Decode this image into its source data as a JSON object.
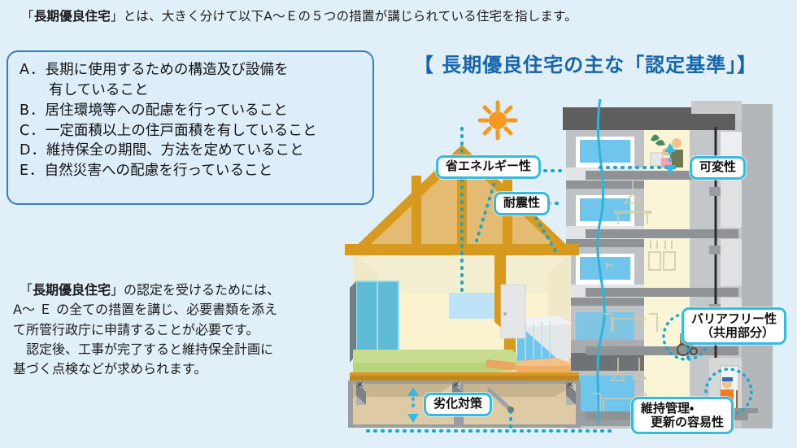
{
  "lead": {
    "prefix": "「",
    "bold": "長期優良住宅",
    "suffix": "」とは、大きく分けて以下A～Ｅの５つの措置が講じられている住宅を指します。"
  },
  "criteria_box": {
    "items": [
      {
        "letter": "A．",
        "line1": "長期に使用するための構造及び設備を",
        "line2": "有していること"
      },
      {
        "letter": "B．",
        "line1": "居住環境等への配慮を行っていること",
        "line2": ""
      },
      {
        "letter": "C．",
        "line1": "一定面積以上の住戸面積を有していること",
        "line2": ""
      },
      {
        "letter": "D．",
        "line1": "維持保全の期間、方法を定めていること",
        "line2": ""
      },
      {
        "letter": "E．",
        "line1": "自然災害への配慮を行っていること",
        "line2": ""
      }
    ]
  },
  "paragraph": {
    "p1_l1_pre": "　「",
    "p1_l1_bold": "長期優良住宅",
    "p1_l1_post": "」の認定を受けるためには、",
    "p1_l2": "A～ Ｅ の全ての措置を講じ、必要書類を添え",
    "p1_l3": "て所管行政庁に申請することが必要です。",
    "p2_l1": "　認定後、工事が完了すると維持保全計画に",
    "p2_l2": "基づく点検などが求められます。"
  },
  "headline": "【 長期優良住宅の主な「認定基準」】",
  "callouts": {
    "energy": "省エネルギー性",
    "quake": "耐震性",
    "flexibility": "可変性",
    "barrier_free_l1": "バリアフリー性",
    "barrier_free_l2": "（共用部分）",
    "decay": "劣化対策",
    "maintenance_l1": "維持管理・",
    "maintenance_l2": "更新の容易性"
  },
  "colors": {
    "background": "#e1eff8",
    "box_border": "#3a7fbd",
    "box_fill": "#ddeefa",
    "headline": "#1765ad",
    "callout_border": "#35bae6",
    "roof_frame": "#d89a1e",
    "roof_fill": "#e3bb72",
    "wall_fill": "#fcf6d8",
    "floor_green": "#c7dc8f",
    "floor_wood": "#f5c183",
    "sun": "#f59a1e",
    "building_gray": "#b9bcbe",
    "building_dark": "#5c5c5c",
    "window_blue": "#6fc5ec",
    "dotted_line": "#18a8c8"
  },
  "icons": {
    "sun": "sun-icon",
    "person_balcony": "person-icon",
    "wheelchair": "wheelchair-icon",
    "elderly_person": "elderly-person-icon",
    "arrow_updown": "arrow-updown-icon"
  }
}
